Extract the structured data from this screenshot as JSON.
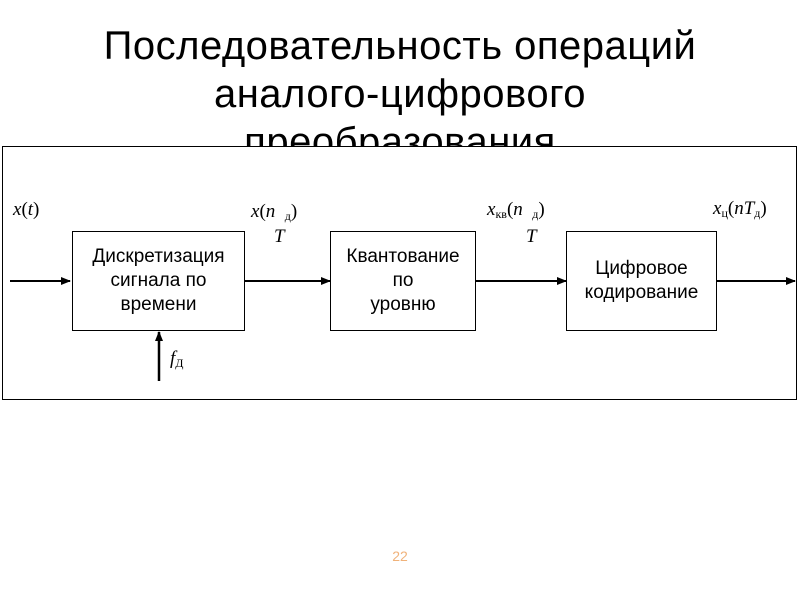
{
  "title": {
    "line1": "Последовательность операций",
    "line2": "аналого-цифрового",
    "line3": "преобразования"
  },
  "blocks": {
    "sampling": [
      "Дискретизация",
      "сигнала по",
      "времени"
    ],
    "quantization": [
      "Квантование",
      "по",
      "уровню"
    ],
    "coding": [
      "Цифровое",
      "кодирование"
    ]
  },
  "signals": {
    "input": {
      "base": "x",
      "arg": "t"
    },
    "sampled": {
      "base": "x",
      "arg": "n",
      "sub": "д",
      "tail": "T"
    },
    "quantized": {
      "base": "x",
      "base_sub": "кв",
      "arg": "n",
      "sub": "д",
      "tail": "T"
    },
    "digital": {
      "base": "x",
      "base_sub": "ц",
      "arg": "nT",
      "sub": "д"
    },
    "clock": {
      "base": "f",
      "sub": "Д"
    }
  },
  "colors": {
    "frame": "#000000",
    "page_number": "#f0b27a"
  },
  "page_number": "22"
}
